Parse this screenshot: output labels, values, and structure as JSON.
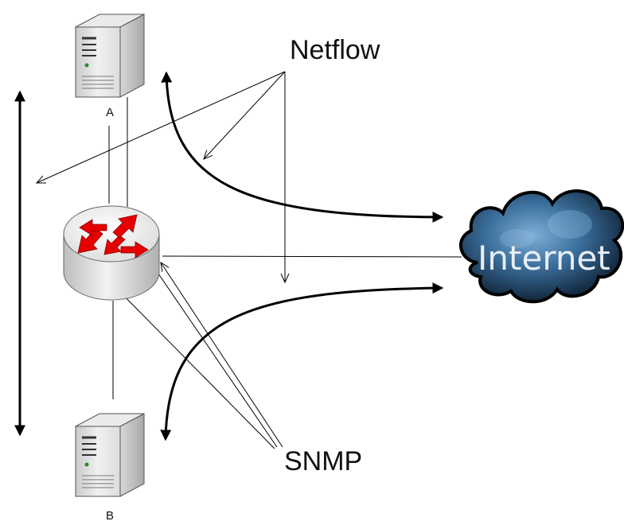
{
  "labels": {
    "netflow": "Netflow",
    "snmp": "SNMP",
    "internet": "Internet",
    "server_a": "A",
    "server_b": "B"
  },
  "icons": {
    "server_top": "server-icon",
    "server_bottom": "server-icon",
    "router": "router-icon",
    "cloud": "cloud-icon"
  },
  "colors": {
    "router_arrows": "#e60000",
    "cloud_dark": "#0b1a2c",
    "cloud_mid": "#3b6f9c",
    "cloud_light": "#7faed6",
    "line": "#000000"
  }
}
